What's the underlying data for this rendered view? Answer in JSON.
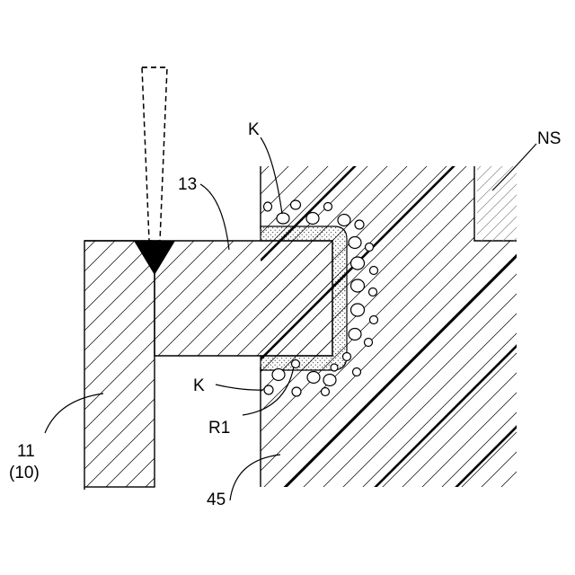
{
  "labels": {
    "k_top": "K",
    "ns": "NS",
    "part_13": "13",
    "k_bottom": "K",
    "r1": "R1",
    "part_11": "11",
    "part_10": "(10)",
    "part_45": "45"
  },
  "colors": {
    "stroke": "#000000",
    "hatch": "#000000",
    "ns_hatch": "#8a8a8a",
    "background": "#ffffff"
  }
}
